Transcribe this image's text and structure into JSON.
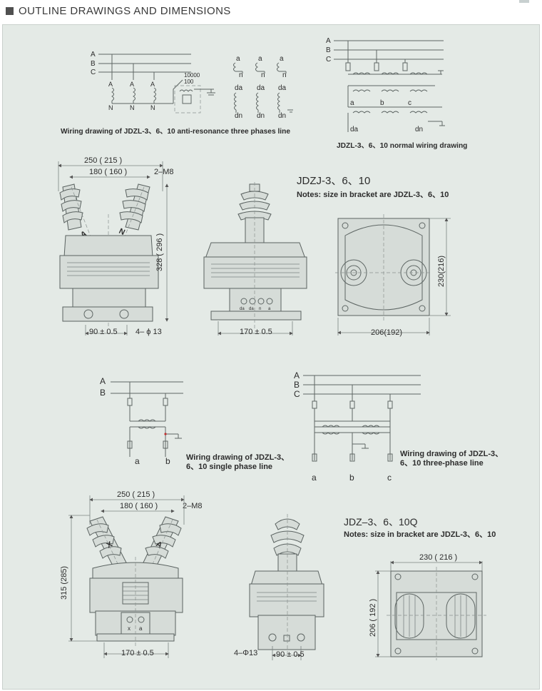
{
  "header": {
    "title": "OUTLINE DRAWINGS AND DIMENSIONS"
  },
  "wiring": {
    "anti_resonance": {
      "caption": "Wiring drawing of JDZL-3、6、10 anti-resonance three phases line",
      "phases": [
        "A",
        "B",
        "C"
      ],
      "upper": "A",
      "lower": "N",
      "ratio_top": "10000",
      "ratio_bottom": "100",
      "sec_top": [
        "a",
        "a",
        "a"
      ],
      "sec_top_n": [
        "n",
        "n",
        "n"
      ],
      "sec_da": [
        "da",
        "da",
        "da"
      ],
      "sec_dn": [
        "dn",
        "dn",
        "dn"
      ]
    },
    "normal": {
      "caption": "JDZL-3、6、10 normal wiring drawing",
      "phases": [
        "A",
        "B",
        "C"
      ],
      "sec": [
        "a",
        "b",
        "c"
      ],
      "da": "da",
      "dn": "dn"
    },
    "single": {
      "caption_line1": "Wiring drawing of JDZL-3、",
      "caption_line2": "6、10 single phase line",
      "phases": [
        "A",
        "B"
      ],
      "sec": [
        "a",
        "b"
      ]
    },
    "three": {
      "caption_line1": "Wiring drawing of JDZL-3、",
      "caption_line2": "6、10 three-phase line",
      "phases": [
        "A",
        "B",
        "C"
      ],
      "sec": [
        "a",
        "b",
        "c"
      ]
    }
  },
  "jdzj": {
    "model": "JDZJ-3、6、10",
    "note": "Notes: size in bracket are JDZL-3、6、10",
    "dim_width": "250 ( 215 )",
    "dim_inner": "180 ( 160 )",
    "dim_bolt": "2–M8",
    "dim_height": "328 ( 296 )",
    "dim_base": "90 ± 0.5",
    "dim_holes": "4– ϕ 13",
    "dim_side_base": "170 ± 0.5",
    "dim_top_h": "230(216)",
    "dim_top_w": "206(192)",
    "mark_a": "A",
    "mark_n": "N",
    "terminals": [
      "da",
      "da",
      "n",
      "a"
    ]
  },
  "jdz": {
    "model": "JDZ–3、6、10Q",
    "note": "Notes: size in bracket are JDZL-3、6、10",
    "dim_width": "250 ( 215 )",
    "dim_inner": "180 ( 160 )",
    "dim_bolt": "2–M8",
    "dim_height": "315 (285)",
    "dim_base": "170 ± 0.5",
    "dim_holes": "4–Φ13",
    "dim_side_base": "90 ± 0.5",
    "dim_top_w": "230 ( 216 )",
    "dim_top_h": "206 ( 192 )",
    "mark_x": "X",
    "mark_a": "A",
    "terminals": [
      "x",
      "a"
    ]
  }
}
